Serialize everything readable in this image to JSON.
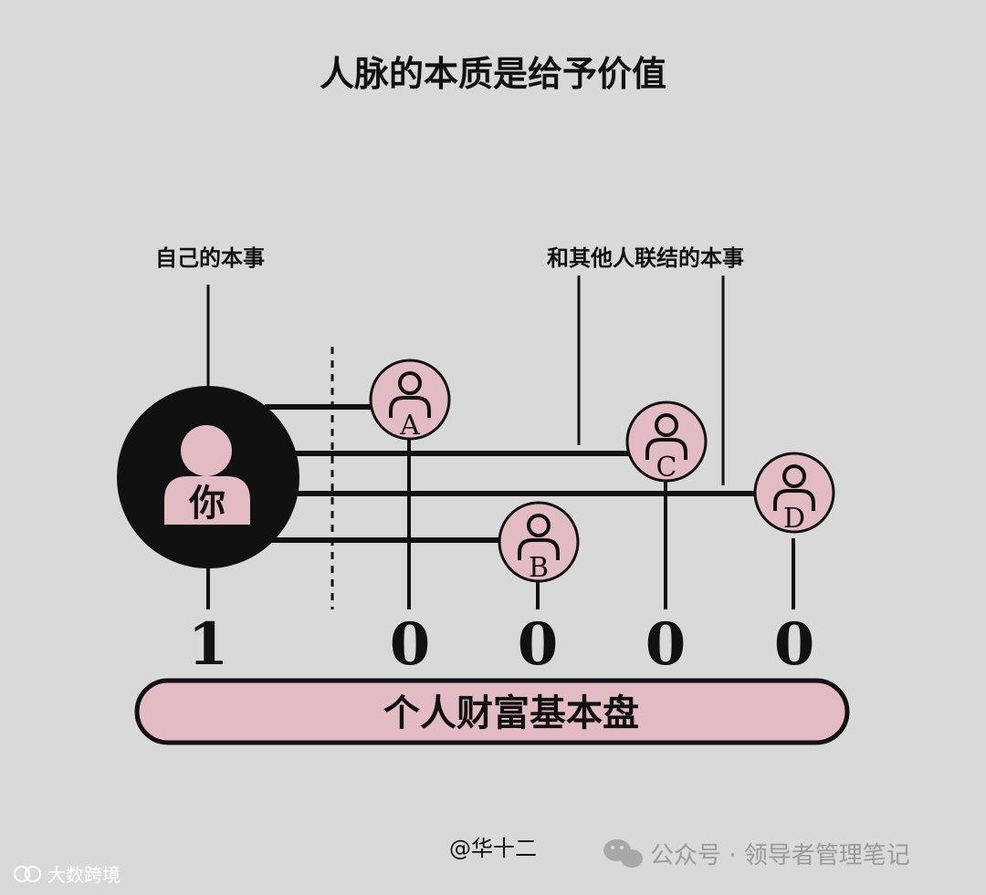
{
  "title": "人脉的本质是给予价值",
  "labels": {
    "self_skill": "自己的本事",
    "connect_skill": "和其他人联结的本事"
  },
  "you": {
    "char": "你"
  },
  "nodes": [
    {
      "letter": "A",
      "digit": "0"
    },
    {
      "letter": "B",
      "digit": "0"
    },
    {
      "letter": "C",
      "digit": "0"
    },
    {
      "letter": "D",
      "digit": "0"
    }
  ],
  "you_digit": "1",
  "base_bar": "个人财富基本盘",
  "credit": "@华十二",
  "watermark_right": "公众号 · 领导者管理笔记",
  "watermark_left": "大数跨境",
  "colors": {
    "background": "#d9d9d9",
    "pink": "#e2bcc2",
    "black": "#111111"
  }
}
